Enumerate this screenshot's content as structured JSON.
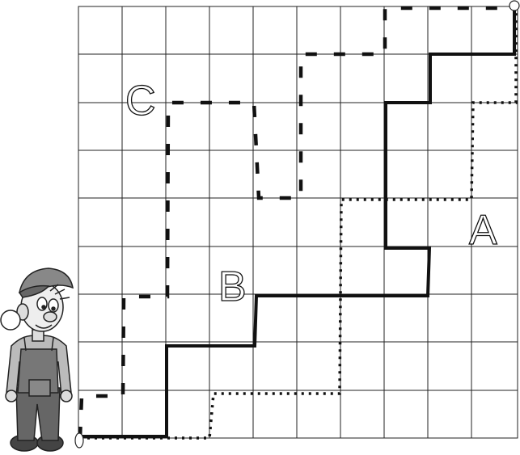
{
  "puzzle": {
    "grid": {
      "columns": 10,
      "rows": 9
    },
    "labels": {
      "a": "A",
      "b": "B",
      "c": "C"
    },
    "routes": [
      {
        "id": "A",
        "style": "dotted",
        "color": "#111111"
      },
      {
        "id": "B",
        "style": "solid",
        "color": "#111111"
      },
      {
        "id": "C",
        "style": "dashed",
        "color": "#111111"
      }
    ],
    "start_marker": "start-dot",
    "end_marker": "end-dot",
    "character": "cartoon-boy-in-cap-and-overalls"
  }
}
